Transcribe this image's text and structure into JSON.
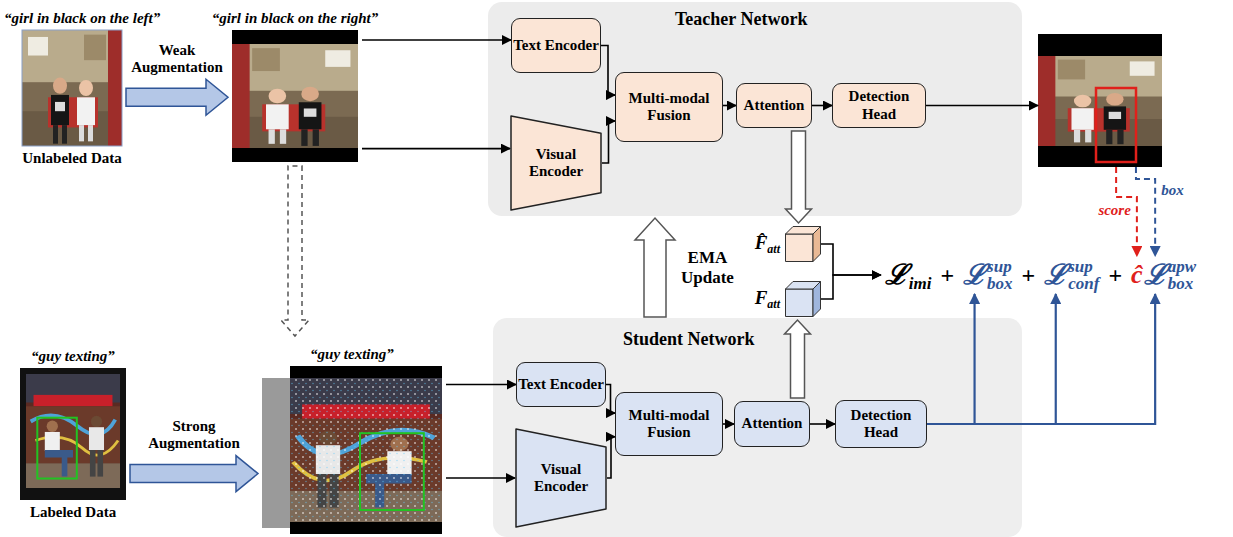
{
  "diagram": {
    "nodes": [
      {
        "text": [
          "“girl in black on the left”",
          "Unlabeled Data"
        ]
      },
      {
        "text": [
          "“girl in black on the right”"
        ]
      },
      {
        "text": [
          "Teacher Network"
        ]
      },
      {
        "text": [
          "Text Encoder"
        ],
        "in": 2
      },
      {
        "text": [
          "Visual Encoder"
        ],
        "in": 2
      },
      {
        "text": [
          "Multi-modal Fusion"
        ],
        "in": 2
      },
      {
        "text": [
          "Attention"
        ],
        "in": 2
      },
      {
        "text": [
          "Detection Head"
        ],
        "in": 2
      },
      {
        "text": []
      },
      {
        "text": [
          "F̂",
          "att"
        ]
      },
      {
        "text": [
          "F",
          "att"
        ]
      },
      {
        "text": [
          "ℒ",
          "imi",
          "+",
          "ℒ",
          "box",
          "sup",
          "+",
          "ℒ",
          "conf",
          "sup",
          "+",
          "ĉ",
          "ℒ",
          "box",
          "apw"
        ]
      },
      {
        "text": [
          "“guy texting”",
          "Labeled Data"
        ]
      },
      {
        "text": [
          "“guy texting”"
        ]
      },
      {
        "text": [
          "Student Network"
        ]
      },
      {
        "text": [
          "Text Encoder"
        ],
        "in": 14
      },
      {
        "text": [
          "Visual Encoder"
        ],
        "in": 14
      },
      {
        "text": [
          "Multi-modal Fusion"
        ],
        "in": 14
      },
      {
        "text": [
          "Attention"
        ],
        "in": 14
      },
      {
        "text": [
          "Detection Head"
        ],
        "in": 14
      }
    ],
    "edges": [
      {
        "from": 0,
        "to": 1,
        "arrow": "to",
        "label": "Weak Augmentation"
      },
      {
        "from": 1,
        "to": 3,
        "arrow": "to"
      },
      {
        "from": 1,
        "to": 4,
        "arrow": "to"
      },
      {
        "from": 3,
        "to": 5,
        "arrow": "to"
      },
      {
        "from": 4,
        "to": 5,
        "arrow": "to"
      },
      {
        "from": 5,
        "to": 6,
        "arrow": "to"
      },
      {
        "from": 6,
        "to": 7,
        "arrow": "to"
      },
      {
        "from": 7,
        "to": 8,
        "arrow": "to"
      },
      {
        "from": 6,
        "to": 9,
        "arrow": "to"
      },
      {
        "from": 1,
        "to": 13,
        "arrow": "to"
      },
      {
        "from": 12,
        "to": 13,
        "arrow": "to",
        "label": "Strong Augmentation"
      },
      {
        "from": 13,
        "to": 15,
        "arrow": "to"
      },
      {
        "from": 13,
        "to": 16,
        "arrow": "to"
      },
      {
        "from": 15,
        "to": 17,
        "arrow": "to"
      },
      {
        "from": 16,
        "to": 17,
        "arrow": "to"
      },
      {
        "from": 17,
        "to": 18,
        "arrow": "to"
      },
      {
        "from": 18,
        "to": 19,
        "arrow": "to"
      },
      {
        "from": 18,
        "to": 10,
        "arrow": "to"
      },
      {
        "from": 14,
        "to": 2,
        "arrow": "to",
        "label": "EMA Update"
      },
      {
        "from": 9,
        "to": 11,
        "arrow": "to"
      },
      {
        "from": 10,
        "to": 11,
        "arrow": "to"
      },
      {
        "from": 8,
        "to": 11,
        "arrow": "to",
        "label": "score"
      },
      {
        "from": 8,
        "to": 11,
        "arrow": "to",
        "label": "box"
      },
      {
        "from": 19,
        "to": 11,
        "arrow": "to"
      }
    ]
  }
}
